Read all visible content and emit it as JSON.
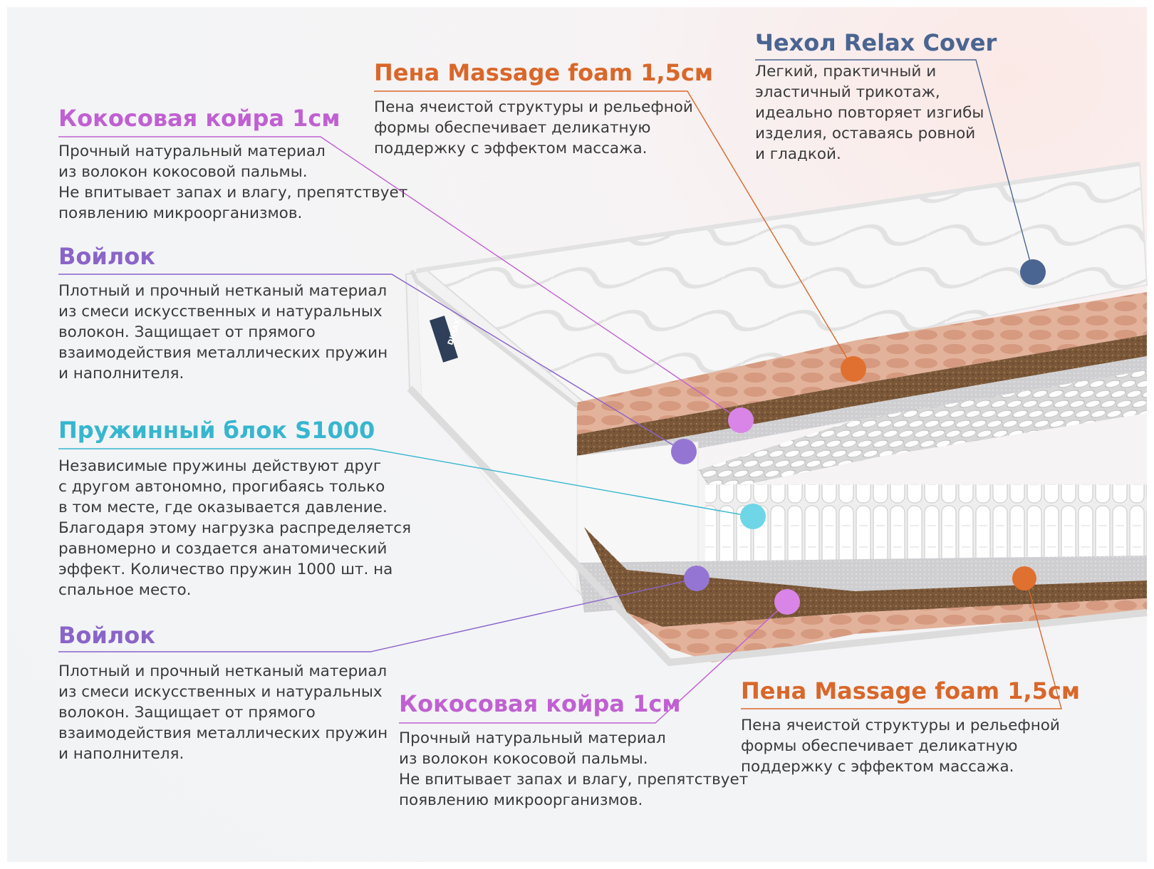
{
  "colors": {
    "cover": "#4a6591",
    "massage": "#d9672a",
    "coconut": "#c060d2",
    "felt": "#8a64c8",
    "spring": "#36b6cf"
  },
  "layers": {
    "cover_top": {
      "title": "Чехол Relax Cover",
      "desc": "Легкий, практичный и\nэластичный трикотаж,\nидеально повторяет изгибы\nизделия, оставаясь ровной\nи гладкой."
    },
    "massage_top": {
      "title": "Пена Massage foam 1,5см",
      "desc": "Пена ячеистой структуры и рельефной\nформы обеспечивает деликатную\nподдержку с эффектом массажа."
    },
    "coconut_top": {
      "title": "Кокосовая койра 1см",
      "desc": "Прочный натуральный материал\nиз волокон кокосовой пальмы.\nНе впитывает запах и влагу, препятствует\nпоявлению микроорганизмов."
    },
    "felt_top": {
      "title": "Войлок",
      "desc": "Плотный и прочный нетканый материал\nиз смеси искусственных и натуральных\nволокон. Защищает от прямого\nвзаимодействия металлических пружин\nи наполнителя."
    },
    "spring_block": {
      "title": "Пружинный блок S1000",
      "desc": "Независимые пружины действуют друг\nс другом автономно, прогибаясь только\nв том месте, где оказывается давление.\nБлагодаря этому нагрузка распределяется\nравномерно и создается анатомический\nэффект. Количество пружин 1000 шт. на\nспальное место."
    },
    "felt_bottom": {
      "title": "Войлок",
      "desc": "Плотный и прочный нетканый материал\nиз смеси искусственных и натуральных\nволокон. Защищает от прямого\nвзаимодействия металлических пружин\nи наполнителя."
    },
    "coconut_bottom": {
      "title": "Кокосовая койра 1см",
      "desc": "Прочный натуральный материал\nиз волокон кокосовой пальмы.\nНе впитывает запах и влагу, препятствует\nпоявлению микроорганизмов."
    },
    "massage_bottom": {
      "title": "Пена Massage foam 1,5см",
      "desc": "Пена ячеистой структуры и рельефной\nформы обеспечивает деликатную\nподдержку с эффектом массажа."
    }
  },
  "brand": "DIMAX"
}
